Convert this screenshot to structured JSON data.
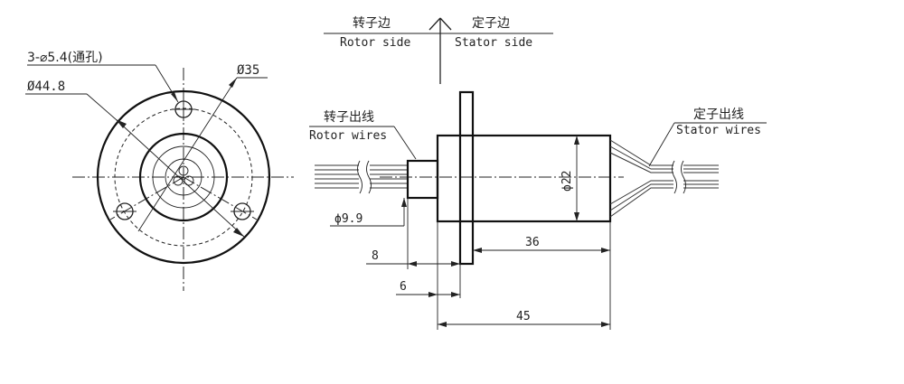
{
  "header": {
    "rotor_side_cn": "转子边",
    "rotor_side_en": "Rotor side",
    "stator_side_cn": "定子边",
    "stator_side_en": "Stator side"
  },
  "front_view": {
    "holes_label": "3-⌀5.4(通孔)",
    "outer_diameter": "Ø44.8",
    "hole_circle_diameter": "Ø35"
  },
  "side_view": {
    "rotor_wires_cn": "转子出线",
    "rotor_wires_en": "Rotor wires",
    "stator_wires_cn": "定子出线",
    "stator_wires_en": "Stator wires",
    "body_diameter": "ϕ22",
    "shaft_diameter": "ϕ9.9",
    "dim_8": "8",
    "dim_6": "6",
    "dim_36": "36",
    "dim_45": "45"
  }
}
